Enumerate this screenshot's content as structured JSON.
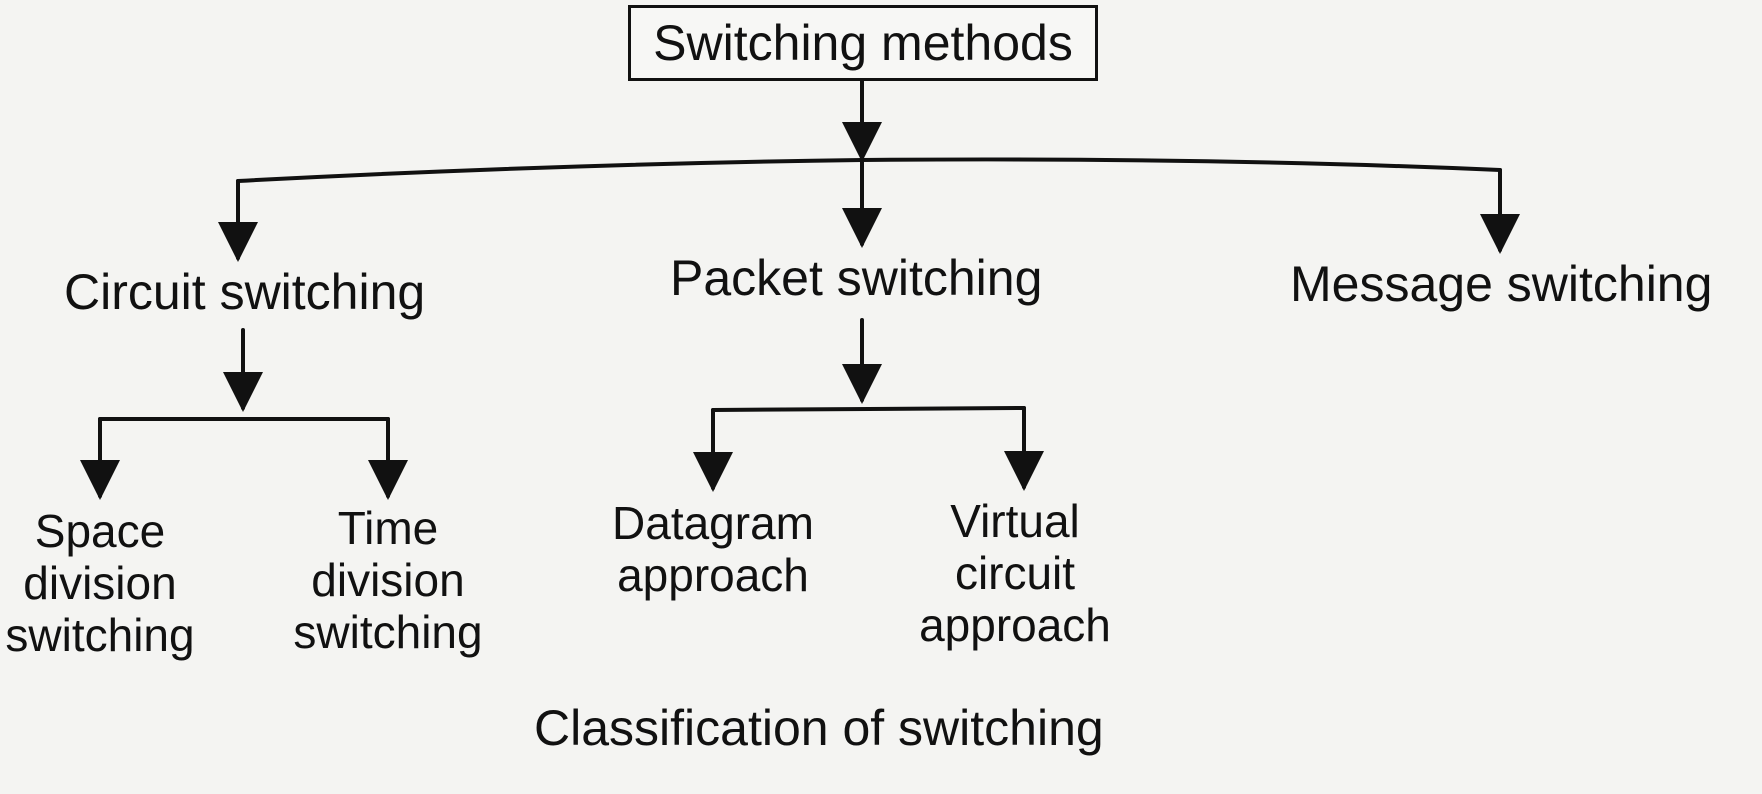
{
  "diagram": {
    "root": "Switching methods",
    "level1": {
      "circuit": "Circuit switching",
      "packet": "Packet switching",
      "message": "Message switching"
    },
    "level2": {
      "space": "Space\ndivision\nswitching",
      "time": "Time\ndivision\nswitching",
      "datagram": "Datagram\napproach",
      "virtual": "Virtual\ncircuit\napproach"
    },
    "caption": "Classification of switching"
  }
}
